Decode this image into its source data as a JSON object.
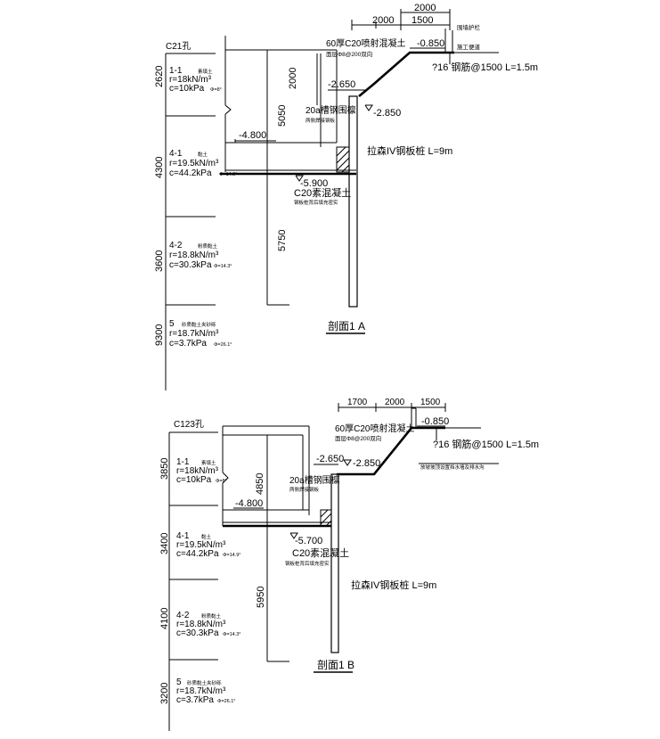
{
  "sectionA": {
    "title": "剖面1 A",
    "hole": "C21孔",
    "depths": [
      "2620",
      "4300",
      "3600",
      "9300"
    ],
    "layers": [
      {
        "name": "1-1",
        "desc": "素填土",
        "gamma": "r=18kN/m³",
        "c": "c=10kPa",
        "phi": "Φ=8°"
      },
      {
        "name": "4-1",
        "desc": "黏土",
        "gamma": "r=19.5kN/m³",
        "c": "c=44.2kPa",
        "phi": "Φ=14.9°"
      },
      {
        "name": "4-2",
        "desc": "粉质黏土",
        "gamma": "r=18.8kN/m³",
        "c": "c=30.3kPa",
        "phi": "Φ=14.3°"
      },
      {
        "name": "5",
        "desc": "砂质黏土夹砂砾",
        "gamma": "r=18.7kN/m³",
        "c": "c=3.7kPa",
        "phi": "Φ=26.1°"
      }
    ],
    "dims_top": [
      "2000",
      "1500",
      "2000"
    ],
    "dim_2000_vert": "2000",
    "dim_5050": "5050",
    "dim_5750": "5750",
    "levels": [
      "-0.850",
      "-2.650",
      "-2.850",
      "-4.800",
      "-5.900"
    ],
    "notes": {
      "shotcrete": "60厚C20喷射混凝土",
      "shotcrete2": "面层Φ8@200双向",
      "wall": "围墙护栏",
      "road": "施工便道",
      "nail": "?16 钢筋@1500  L=1.5m",
      "channel": "20a槽钢围檩",
      "channel2": "两侧焊接钢板",
      "pile": "拉森IV钢板桩 L=9m",
      "c20": "C20素混凝土",
      "c20b": "钢板桩背后填充密实"
    }
  },
  "sectionB": {
    "title": "剖面1 B",
    "hole": "C123孔",
    "depths": [
      "3850",
      "3400",
      "4100",
      "3200"
    ],
    "layers": [
      {
        "name": "1-1",
        "desc": "素填土",
        "gamma": "r=18kN/m³",
        "c": "c=10kPa",
        "phi": "Φ=8°"
      },
      {
        "name": "4-1",
        "desc": "黏土",
        "gamma": "r=19.5kN/m³",
        "c": "c=44.2kPa",
        "phi": "Φ=14.9°"
      },
      {
        "name": "4-2",
        "desc": "粉质黏土",
        "gamma": "r=18.8kN/m³",
        "c": "c=30.3kPa",
        "phi": "Φ=14.3°"
      },
      {
        "name": "5",
        "desc": "砂质黏土夹砂砾",
        "gamma": "r=18.7kN/m³",
        "c": "c=3.7kPa",
        "phi": "Φ=26.1°"
      }
    ],
    "dims_top": [
      "1700",
      "2000",
      "1500"
    ],
    "dim_4850": "4850",
    "dim_5950": "5950",
    "levels": [
      "-0.850",
      "-2.650",
      "-2.850",
      "-4.800",
      "-5.700"
    ],
    "notes": {
      "shotcrete": "60厚C20喷射混凝土",
      "shotcrete2": "面层Φ8@200双向",
      "nail": "?16 钢筋@1500  L=1.5m",
      "nail2": "放坡坡顶设置挡水墙及排水沟",
      "channel": "20a槽钢围檩",
      "channel2": "两侧焊接钢板",
      "pile": "拉森IV钢板桩 L=9m",
      "c20": "C20素混凝土",
      "c20b": "钢板桩背后填充密实"
    }
  }
}
